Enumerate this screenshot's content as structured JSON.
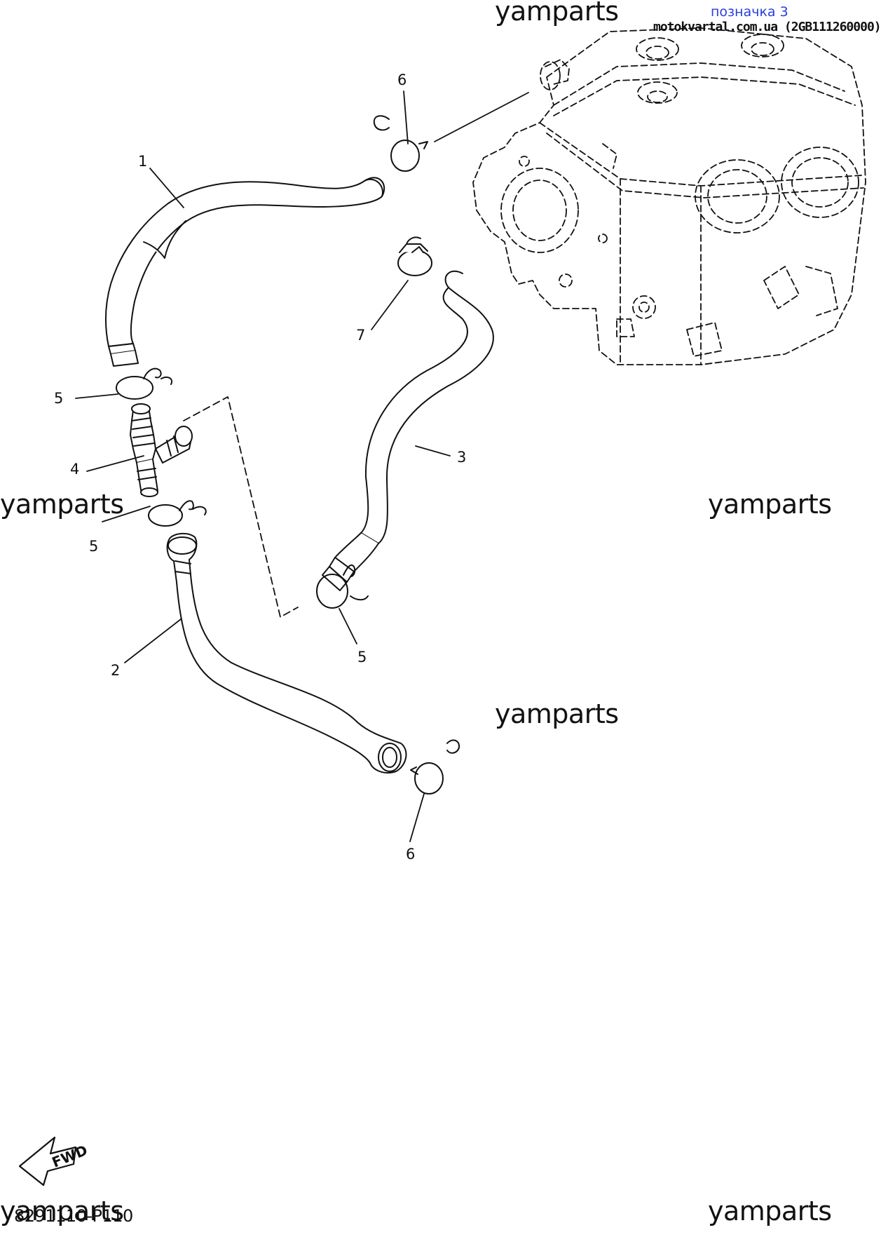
{
  "header": {
    "note_link": "позначка 3",
    "source": "motokvartal.com.ua (2GB111260000)"
  },
  "watermarks": [
    "yamparts",
    "yamparts",
    "yamparts",
    "yamparts",
    "yamparts",
    "yamparts"
  ],
  "callouts": [
    "1",
    "2",
    "3",
    "4",
    "5",
    "5",
    "5",
    "6",
    "6",
    "7"
  ],
  "diagram_code": "8291110-P110",
  "fwd_label": "FWD"
}
